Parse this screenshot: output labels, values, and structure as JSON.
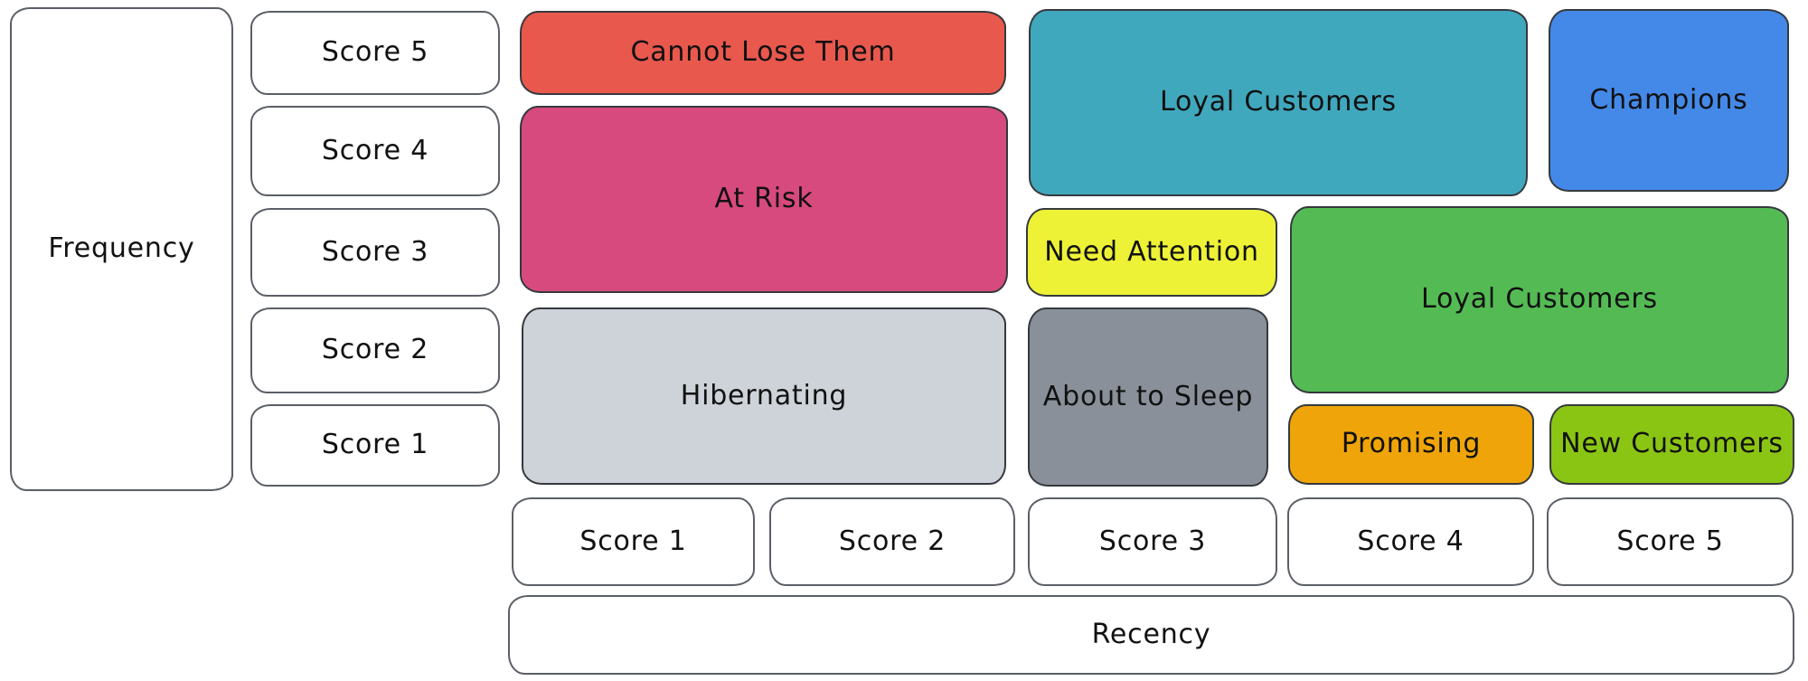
{
  "axes": {
    "frequency": {
      "label": "Frequency",
      "scores": [
        "Score 5",
        "Score 4",
        "Score 3",
        "Score 2",
        "Score 1"
      ]
    },
    "recency": {
      "label": "Recency",
      "scores": [
        "Score 1",
        "Score 2",
        "Score 3",
        "Score 4",
        "Score 5"
      ]
    }
  },
  "segments": [
    {
      "label": "Cannot Lose Them",
      "color": "#e8584d"
    },
    {
      "label": "At Risk",
      "color": "#d74a7d"
    },
    {
      "label": "Hibernating",
      "color": "#ced3da"
    },
    {
      "label": "Loyal Customers",
      "color": "#40a8bd"
    },
    {
      "label": "Champions",
      "color": "#4489e8"
    },
    {
      "label": "Need Attention",
      "color": "#eef236"
    },
    {
      "label": "Loyal Customers",
      "color": "#54bb54"
    },
    {
      "label": "About to Sleep",
      "color": "#899099"
    },
    {
      "label": "Promising",
      "color": "#efa509"
    },
    {
      "label": "New Customers",
      "color": "#8bc514"
    }
  ]
}
